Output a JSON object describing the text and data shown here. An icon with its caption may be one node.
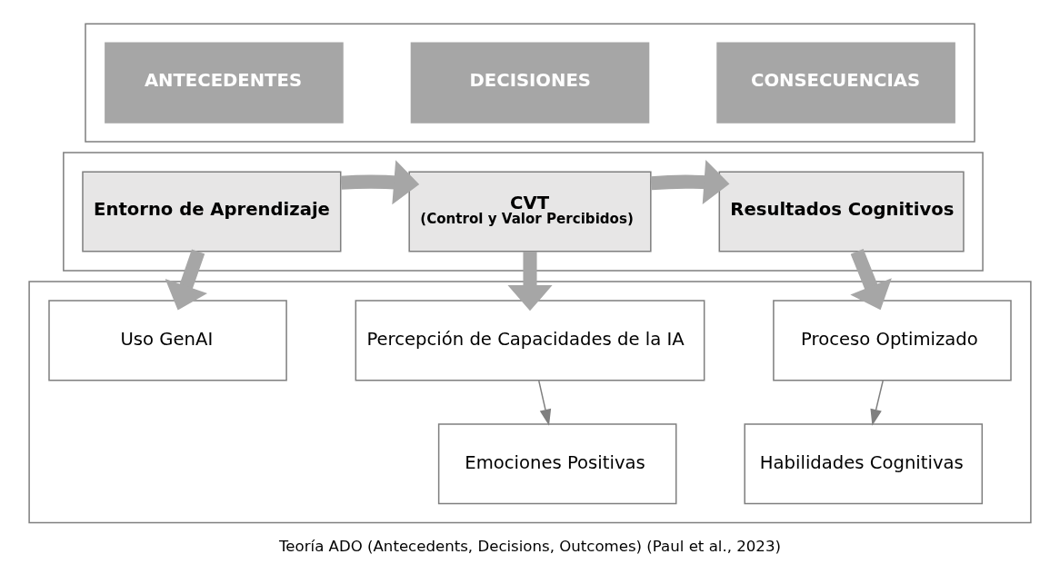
{
  "diagram": {
    "caption": "Teoría ADO (Antecedents, Decisions, Outcomes) (Paul et al., 2023)",
    "nodes": [
      {
        "text": [],
        "shape": "box"
      },
      {
        "text": [
          "ANTECEDENTES"
        ],
        "in": 0
      },
      {
        "text": [
          "DECISIONES"
        ],
        "in": 0
      },
      {
        "text": [
          "CONSECUENCIAS"
        ],
        "in": 0
      },
      {
        "text": [],
        "shape": "box"
      },
      {
        "text": [
          "Entorno de Aprendizaje"
        ],
        "in": 4
      },
      {
        "text": [
          "CVT",
          "(Control y Valor Percibidos)"
        ],
        "in": 4
      },
      {
        "text": [
          "Resultados Cognitivos"
        ],
        "in": 4
      },
      {
        "text": [],
        "shape": "box"
      },
      {
        "text": [
          "Uso GenAI"
        ],
        "in": 8
      },
      {
        "text": [
          "Percepción de Capacidades de la IA"
        ],
        "in": 8
      },
      {
        "text": [
          "Emociones Positivas"
        ],
        "in": 8
      },
      {
        "text": [
          "Proceso Optimizado"
        ],
        "in": 8
      },
      {
        "text": [
          "Habilidades Cognitivas"
        ],
        "in": 8
      }
    ],
    "edges": [
      {
        "from": 5,
        "to": 6,
        "arrow": "to"
      },
      {
        "from": 6,
        "to": 7,
        "arrow": "to"
      },
      {
        "from": 5,
        "to": 9,
        "arrow": "to"
      },
      {
        "from": 6,
        "to": 10,
        "arrow": "to"
      },
      {
        "from": 7,
        "to": 12,
        "arrow": "to"
      },
      {
        "from": 10,
        "to": 11,
        "arrow": "to",
        "color": "#7f7f7f"
      },
      {
        "from": 12,
        "to": 13,
        "arrow": "to",
        "color": "#7f7f7f"
      }
    ]
  }
}
